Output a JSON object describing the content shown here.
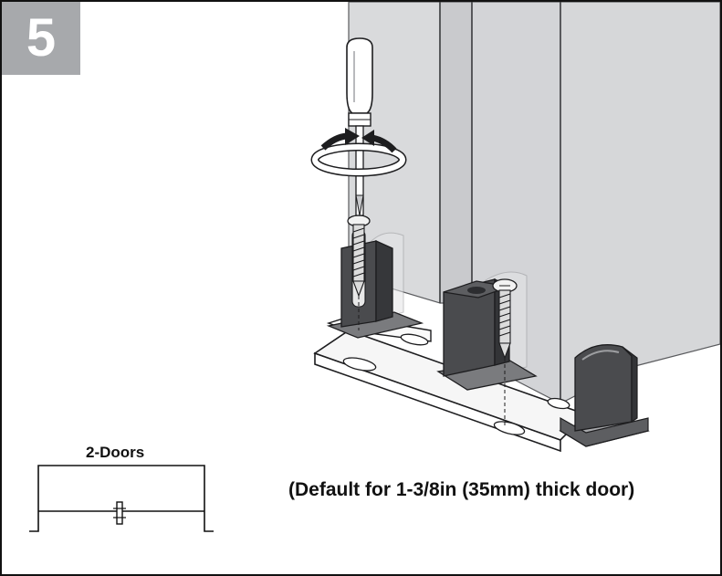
{
  "step": {
    "number": "5"
  },
  "caption": {
    "text": "(Default for 1-3/8in (35mm) thick door)"
  },
  "diagram": {
    "doors_label": "2-Doors"
  },
  "colors": {
    "badge": "#a7a9ac",
    "door_panel": "#d6d7d9",
    "door_panel_dark": "#c4c5c8",
    "guide_dark": "#4a4b4e",
    "rail": "#f4f4f4",
    "ink": "#111111"
  }
}
